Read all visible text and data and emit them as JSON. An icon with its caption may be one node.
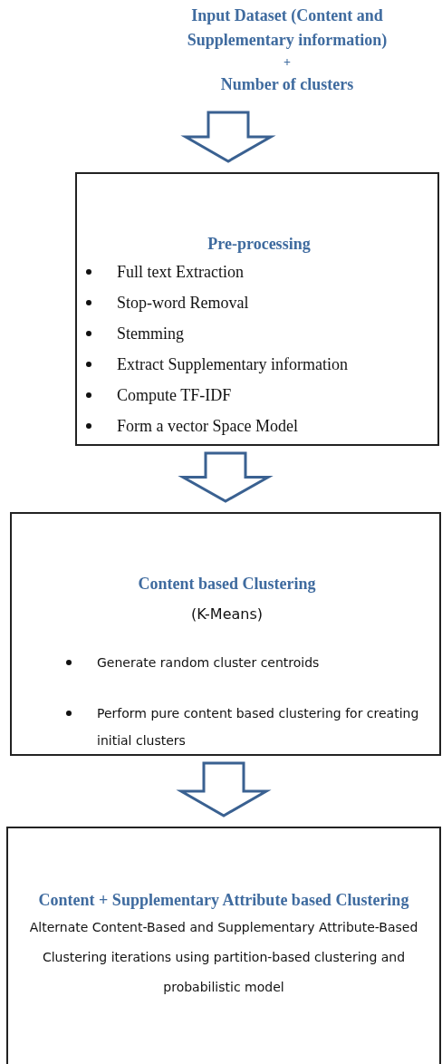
{
  "diagram": {
    "nodes": [
      {
        "text": [
          "Input Dataset (Content and Supplementary information)",
          "+",
          "Number of clusters"
        ]
      },
      {
        "text": [
          "Pre-processing",
          "Full text Extraction",
          "Stop-word Removal",
          "Stemming",
          "Extract Supplementary information",
          "Compute TF-IDF",
          "Form a vector Space Model"
        ]
      },
      {
        "text": [
          "Content based Clustering",
          "(K-Means)",
          "Generate random cluster centroids",
          "Perform pure content based clustering for creating initial clusters"
        ]
      },
      {
        "text": [
          "Content + Supplementary Attribute based Clustering",
          "Alternate Content-Based and Supplementary Attribute-Based Clustering iterations using partition-based clustering and probabilistic model"
        ]
      }
    ],
    "edges": [
      {
        "from": 0,
        "to": 1,
        "arrow": "to"
      },
      {
        "from": 1,
        "to": 2,
        "arrow": "to"
      },
      {
        "from": 2,
        "to": 3,
        "arrow": "to"
      }
    ]
  }
}
